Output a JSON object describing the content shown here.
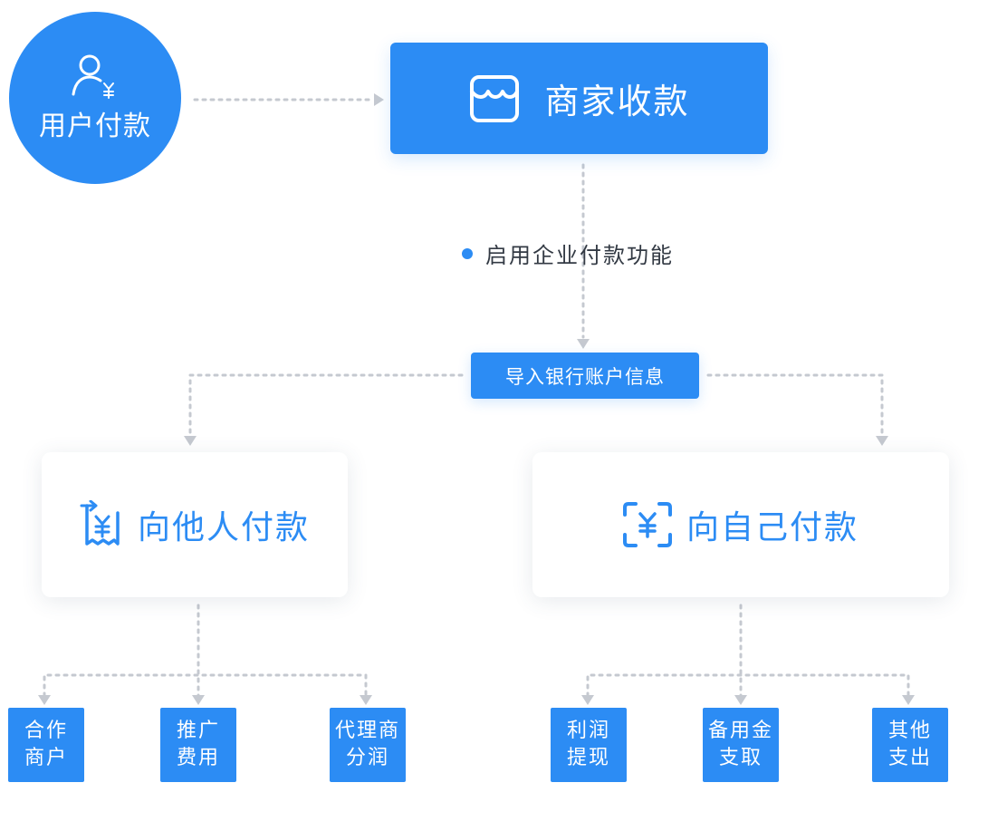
{
  "user_payment": {
    "label": "用户付款",
    "icon": "user-yuan-icon"
  },
  "merchant_collect": {
    "label": "商家收款",
    "icon": "storefront-icon"
  },
  "enable_note": {
    "text": "启用企业付款功能"
  },
  "import_bank": {
    "label": "导入银行账户信息"
  },
  "pay_others": {
    "label": "向他人付款",
    "icon": "receipt-yuan-icon",
    "children": [
      {
        "line1": "合作",
        "line2": "商户"
      },
      {
        "line1": "推广",
        "line2": "费用"
      },
      {
        "line1": "代理商",
        "line2": "分润"
      }
    ]
  },
  "pay_self": {
    "label": "向自己付款",
    "icon": "scan-yuan-icon",
    "children": [
      {
        "line1": "利润",
        "line2": "提现"
      },
      {
        "line1": "备用金",
        "line2": "支取"
      },
      {
        "line1": "其他",
        "line2": "支出"
      }
    ]
  },
  "colors": {
    "primary": "#2c8cf4",
    "connector": "#c5c9d0",
    "note_text": "#333a44"
  }
}
